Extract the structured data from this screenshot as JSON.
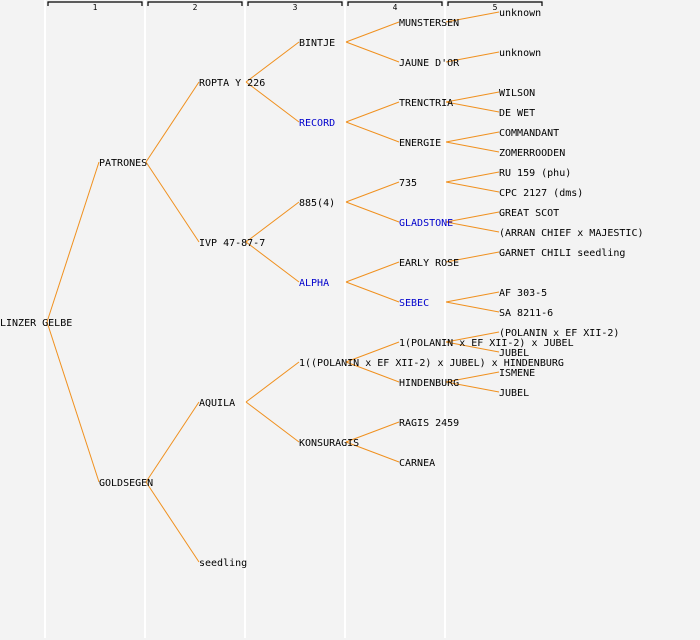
{
  "title": "Pedigree of LINZER GELBE",
  "colors": {
    "edge": "#f0901e",
    "highlight": "#0000cc",
    "text": "#000000",
    "background": "#f3f3f3"
  },
  "generations": [
    "1",
    "2",
    "3",
    "4",
    "5"
  ],
  "tree": {
    "name": "LINZER GELBE",
    "children": [
      {
        "name": "PATRONES",
        "children": [
          {
            "name": "ROPTA Y 226",
            "children": [
              {
                "name": "BINTJE",
                "children": [
                  {
                    "name": "MUNSTERSEN",
                    "children": [
                      {
                        "name": "unknown"
                      }
                    ]
                  },
                  {
                    "name": "JAUNE D'OR",
                    "children": [
                      {
                        "name": "unknown"
                      }
                    ]
                  }
                ]
              },
              {
                "name": "RECORD",
                "highlight": true,
                "children": [
                  {
                    "name": "TRENCTRIA",
                    "children": [
                      {
                        "name": "WILSON"
                      },
                      {
                        "name": "DE WET"
                      }
                    ]
                  },
                  {
                    "name": "ENERGIE",
                    "children": [
                      {
                        "name": "COMMANDANT"
                      },
                      {
                        "name": "ZOMERROODEN"
                      }
                    ]
                  }
                ]
              }
            ]
          },
          {
            "name": "IVP 47-87-7",
            "children": [
              {
                "name": "885(4)",
                "children": [
                  {
                    "name": "735",
                    "children": [
                      {
                        "name": "RU 159 (phu)"
                      },
                      {
                        "name": "CPC 2127 (dms)"
                      }
                    ]
                  },
                  {
                    "name": "GLADSTONE",
                    "highlight": true,
                    "children": [
                      {
                        "name": "GREAT SCOT"
                      },
                      {
                        "name": "(ARRAN CHIEF x MAJESTIC)"
                      }
                    ]
                  }
                ]
              },
              {
                "name": "ALPHA",
                "highlight": true,
                "children": [
                  {
                    "name": "EARLY ROSE",
                    "children": [
                      {
                        "name": "GARNET CHILI seedling"
                      }
                    ]
                  },
                  {
                    "name": "SEBEC",
                    "highlight": true,
                    "children": [
                      {
                        "name": "AF 303-5"
                      },
                      {
                        "name": "SA 8211-6"
                      }
                    ]
                  }
                ]
              }
            ]
          }
        ]
      },
      {
        "name": "GOLDSEGEN",
        "children": [
          {
            "name": "AQUILA",
            "children": [
              {
                "name": "1((POLANIN x EF XII-2) x JUBEL) x HINDENBURG",
                "children": [
                  {
                    "name": "1(POLANIN x EF XII-2) x JUBEL",
                    "children": [
                      {
                        "name": "(POLANIN x EF XII-2)"
                      },
                      {
                        "name": "JUBEL"
                      }
                    ]
                  },
                  {
                    "name": "HINDENBURG",
                    "children": [
                      {
                        "name": "ISMENE"
                      },
                      {
                        "name": "JUBEL"
                      }
                    ]
                  }
                ]
              },
              {
                "name": "KONSURAGIS",
                "children": [
                  {
                    "name": "RAGIS 2459"
                  },
                  {
                    "name": "CARNEA"
                  }
                ]
              }
            ]
          },
          {
            "name": "seedling"
          }
        ]
      }
    ]
  }
}
